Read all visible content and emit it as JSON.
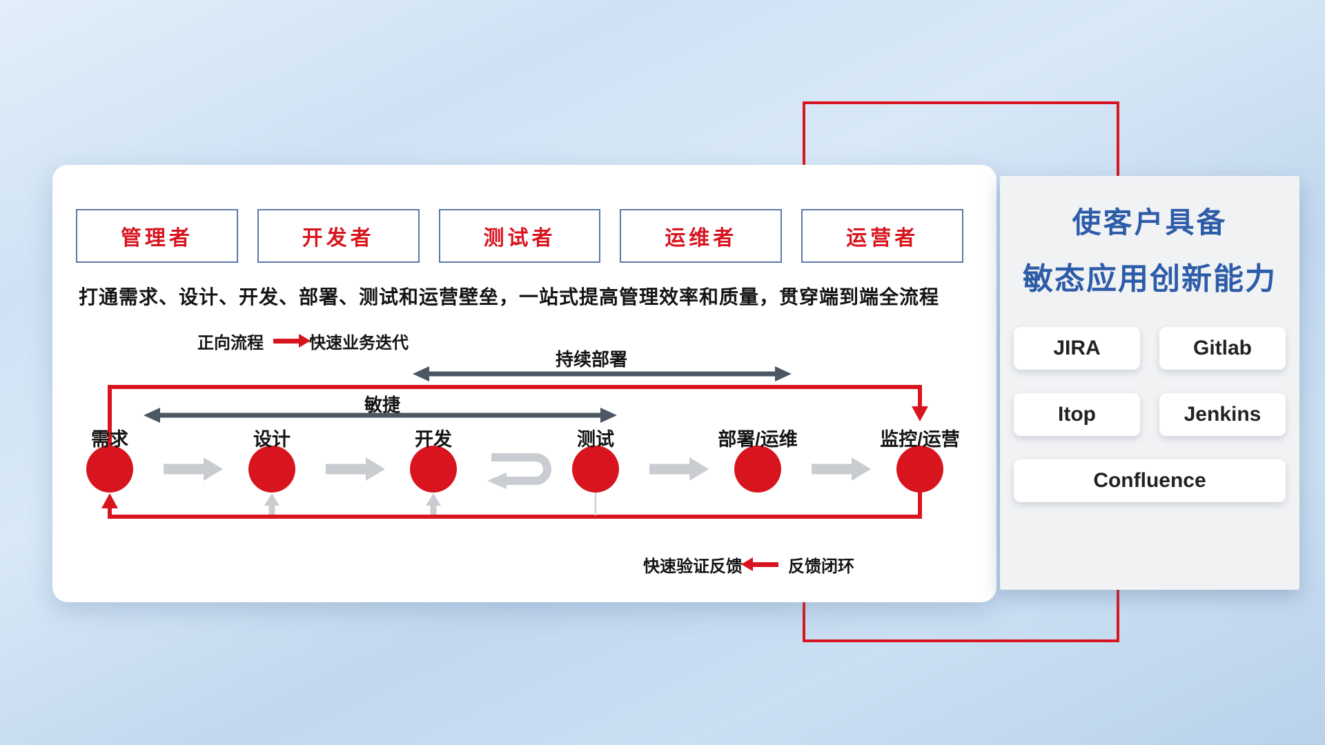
{
  "roles": {
    "items": [
      "管理者",
      "开发者",
      "测试者",
      "运维者",
      "运营者"
    ]
  },
  "subtitle": "打通需求、设计、开发、部署、测试和运营壁垒，一站式提高管理效率和质量，贯穿端到端全流程",
  "legends": {
    "forward_label": "正向流程",
    "forward_desc": "快速业务迭代",
    "feedback_label": "快速验证反馈",
    "feedback_desc": "反馈闭环"
  },
  "flow_arrows": {
    "continuous_deploy": "持续部署",
    "agile": "敏捷"
  },
  "stages": [
    "需求",
    "设计",
    "开发",
    "测试",
    "部署/运维",
    "监控/运营"
  ],
  "panel": {
    "title_line1": "使客户具备",
    "title_line2": "敏态应用创新能力",
    "tools": [
      "JIRA",
      "Gitlab",
      "Itop",
      "Jenkins",
      "Confluence"
    ]
  },
  "colors": {
    "accent_red": "#d8151e",
    "title_blue": "#2d5ca8",
    "dark_arrow": "#4d5663",
    "light_arrow": "#c9ccd1"
  }
}
